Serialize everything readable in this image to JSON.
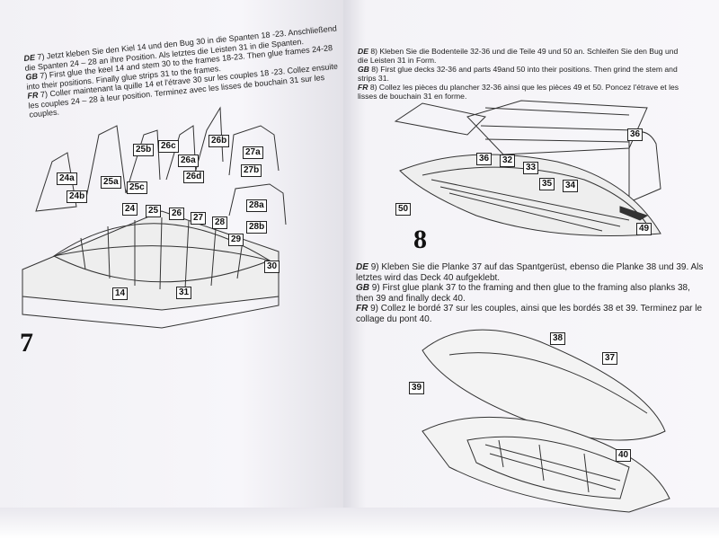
{
  "left_page": {
    "instructions": [
      {
        "lang": "DE",
        "text": "7) Jetzt kleben Sie den Kiel 14 und den Bug 30 in die Spanten 18 -23. Anschließend die Spanten 24 – 28 an ihre Position. Als letztes die Leisten 31 in die Spanten."
      },
      {
        "lang": "GB",
        "text": "7) First glue the keel 14 and stem 30 to the frames 18-23. Then glue frames 24-28 into their positions. Finally glue strips 31 to the frames."
      },
      {
        "lang": "FR",
        "text": "7) Coller maintenant la quille 14 et l'étrave 30 sur les couples 18 -23. Collez ensuite les couples 24 – 28 à leur position. Terminez avec les lisses de bouchain 31 sur les couples."
      }
    ],
    "step_number": "7",
    "part_labels": [
      "25b",
      "26c",
      "26b",
      "24a",
      "24b",
      "25a",
      "25c",
      "26a",
      "26d",
      "27a",
      "27b",
      "28a",
      "28b",
      "24",
      "25",
      "26",
      "27",
      "28",
      "29",
      "30",
      "14",
      "31"
    ]
  },
  "right_page": {
    "instructions_8": [
      {
        "lang": "DE",
        "text": "8) Kleben Sie die Bodenteile 32-36 und die Teile 49 und 50 an. Schleifen Sie den Bug und die Leisten 31 in Form."
      },
      {
        "lang": "GB",
        "text": "8) First glue decks 32-36 and parts 49and 50 into their positions. Then grind the stem and strips 31."
      },
      {
        "lang": "FR",
        "text": "8) Collez les pièces du plancher 32-36 ainsi que les pièces 49 et 50. Poncez l'étrave et les lisses de bouchain 31 en forme."
      }
    ],
    "step_number": "8",
    "part_labels_8": [
      "36",
      "32",
      "33",
      "35",
      "34",
      "50",
      "49",
      "36"
    ],
    "instructions_9": [
      {
        "lang": "DE",
        "text": "9) Kleben Sie die Planke 37 auf das Spantgerüst, ebenso die Planke 38 und 39. Als letztes wird das Deck 40 aufgeklebt."
      },
      {
        "lang": "GB",
        "text": "9) First glue plank 37 to the framing and then glue to the framing also planks 38, then 39 and finally deck 40."
      },
      {
        "lang": "FR",
        "text": "9) Collez le bordé 37 sur les couples, ainsi que les bordés 38 et 39. Terminez par le collage du pont 40."
      }
    ],
    "part_labels_9": [
      "38",
      "37",
      "39",
      "40"
    ]
  }
}
